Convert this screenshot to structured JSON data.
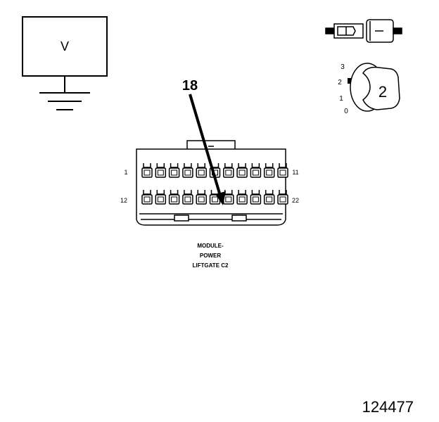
{
  "voltmeter": {
    "symbol": "V"
  },
  "pin_callout": "18",
  "connector": {
    "pin_top_left": "1",
    "pin_top_right": "11",
    "pin_bottom_left": "12",
    "pin_bottom_right": "22",
    "caption_lines": [
      "MODULE-",
      "POWER",
      "LIFTGATE C2"
    ]
  },
  "probe_icon": {},
  "selector_dial": {
    "positions": [
      "3",
      "2",
      "1",
      "0"
    ],
    "selected": "2"
  },
  "figure_number": "124477"
}
